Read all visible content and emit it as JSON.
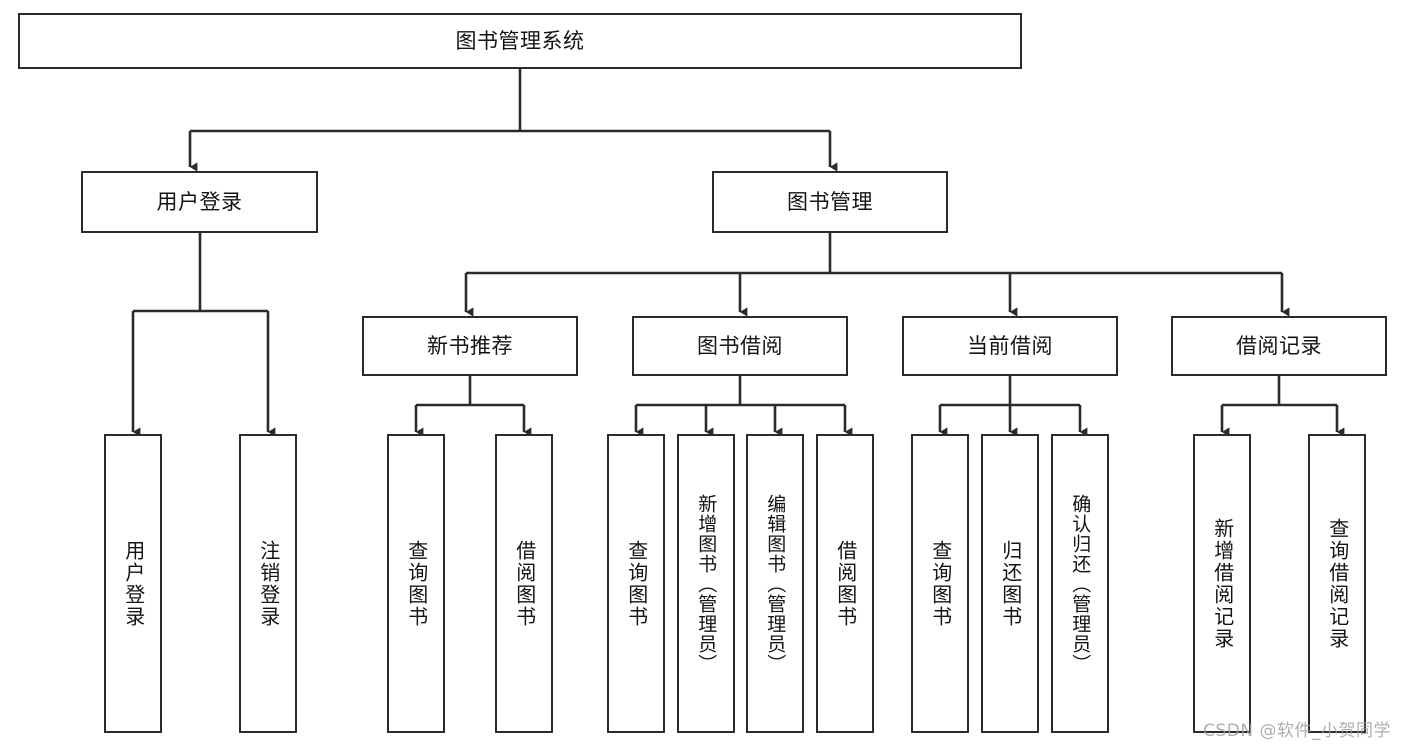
{
  "diagram": {
    "title": "图书管理系统",
    "type": "tree",
    "watermark": "CSDN @软件_小贺同学",
    "colors": {
      "node_border": "#2b2b2b",
      "node_fill": "#ffffff",
      "edge": "#2b2b2b",
      "text": "#141414",
      "watermark": "#9d9d9d",
      "background": "#ffffff"
    },
    "levels": {
      "root": "图书管理系统",
      "level2": [
        "用户登录",
        "图书管理"
      ],
      "level3": [
        "新书推荐",
        "图书借阅",
        "当前借阅",
        "借阅记录"
      ]
    }
  },
  "nodes": {
    "root": {
      "label": "图书管理系统"
    },
    "user_login": {
      "label": "用户登录"
    },
    "book_manage": {
      "label": "图书管理"
    },
    "new_book_rec": {
      "label": "新书推荐"
    },
    "book_borrow": {
      "label": "图书借阅"
    },
    "current_borrow": {
      "label": "当前借阅"
    },
    "borrow_record": {
      "label": "借阅记录"
    },
    "leaf_user_login": {
      "label": "用户登录"
    },
    "leaf_user_logout": {
      "label": "注销登录"
    },
    "leaf_query_book_1": {
      "label": "查询图书"
    },
    "leaf_borrow_book_1": {
      "label": "借阅图书"
    },
    "leaf_query_book_2": {
      "label": "查询图书"
    },
    "leaf_add_book": {
      "label": "新增图书（管理员）"
    },
    "leaf_edit_book": {
      "label": "编辑图书（管理员）"
    },
    "leaf_borrow_book_2": {
      "label": "借阅图书"
    },
    "leaf_query_book_3": {
      "label": "查询图书"
    },
    "leaf_return_book": {
      "label": "归还图书"
    },
    "leaf_confirm_return": {
      "label": "确认归还（管理员）"
    },
    "leaf_add_record": {
      "label": "新增借阅记录"
    },
    "leaf_query_record": {
      "label": "查询借阅记录"
    }
  }
}
